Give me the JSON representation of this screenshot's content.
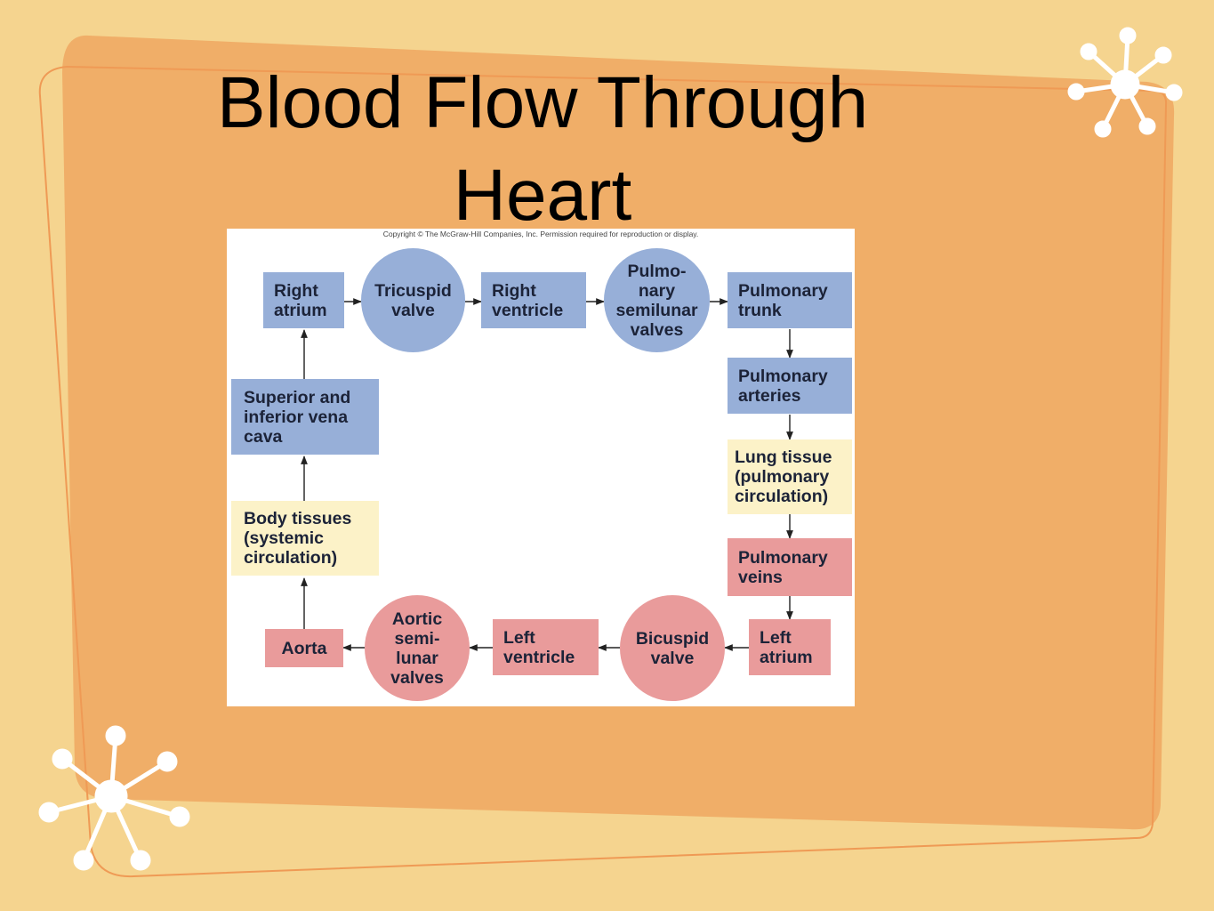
{
  "slide": {
    "title_line1": "Blood Flow Through",
    "title_line2": "Heart",
    "colors": {
      "background": "#f5d48f",
      "panel": "#f0ae68",
      "accent_line": "#ef9a55",
      "star": "#ffffff"
    }
  },
  "diagram": {
    "copyright": "Copyright © The McGraw-Hill Companies, Inc. Permission required for reproduction or display.",
    "colors": {
      "deoxygenated": "#97afd8",
      "oxygenated": "#e99b9b",
      "tissue": "#fcf2c8",
      "text": "#1c2338"
    },
    "nodes": {
      "right_atrium": "Right\natrium",
      "tricuspid_valve": "Tricuspid\nvalve",
      "right_ventricle": "Right\nventricle",
      "pulmonary_semilunar_valves": "Pulmo-\nnary\nsemilunar\nvalves",
      "pulmonary_trunk": "Pulmonary\ntrunk",
      "pulmonary_arteries": "Pulmonary\narteries",
      "lung_tissue": "Lung tissue\n(pulmonary\ncirculation)",
      "pulmonary_veins": "Pulmonary\nveins",
      "left_atrium": "Left\natrium",
      "bicuspid_valve": "Bicuspid\nvalve",
      "left_ventricle": "Left\nventricle",
      "aortic_semilunar_valves": "Aortic\nsemi-\nlunar\nvalves",
      "aorta": "Aorta",
      "body_tissues": "Body tissues\n(systemic\ncirculation)",
      "vena_cava": "Superior and\ninferior vena\ncava"
    }
  }
}
